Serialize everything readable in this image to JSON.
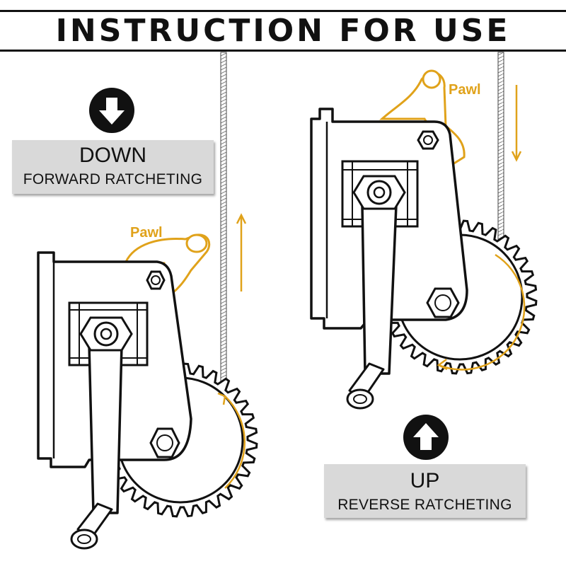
{
  "header": {
    "title": "INSTRUCTION FOR USE"
  },
  "left_panel": {
    "direction": "DOWN",
    "mode": "FORWARD RATCHETING",
    "pawl_label": "Pawl",
    "icon": "arrow-down-icon"
  },
  "right_panel": {
    "direction": "UP",
    "mode": "REVERSE RATCHETING",
    "pawl_label": "Pawl",
    "icon": "arrow-up-icon"
  },
  "colors": {
    "accent": "#e0a21a",
    "line": "#111111",
    "panel": "#d9d9d9"
  }
}
